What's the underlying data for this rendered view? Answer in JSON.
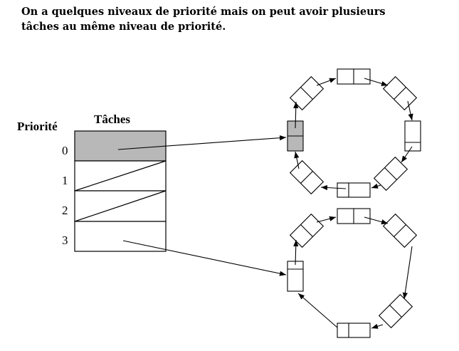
{
  "intro": {
    "line1": "On a quelques niveaux de priorité mais on peut avoir plusieurs",
    "line2": "tâches au même niveau de priorité."
  },
  "table": {
    "priority_header": "Priorité",
    "tasks_header": "Tâches",
    "rows": [
      {
        "label": "0",
        "state": "pointer",
        "ring": 1
      },
      {
        "label": "1",
        "state": "empty"
      },
      {
        "label": "2",
        "state": "empty"
      },
      {
        "label": "3",
        "state": "pointer",
        "ring": 2
      }
    ]
  },
  "colors": {
    "highlight": "#b8b8b8",
    "line": "#000000",
    "background": "#ffffff"
  }
}
